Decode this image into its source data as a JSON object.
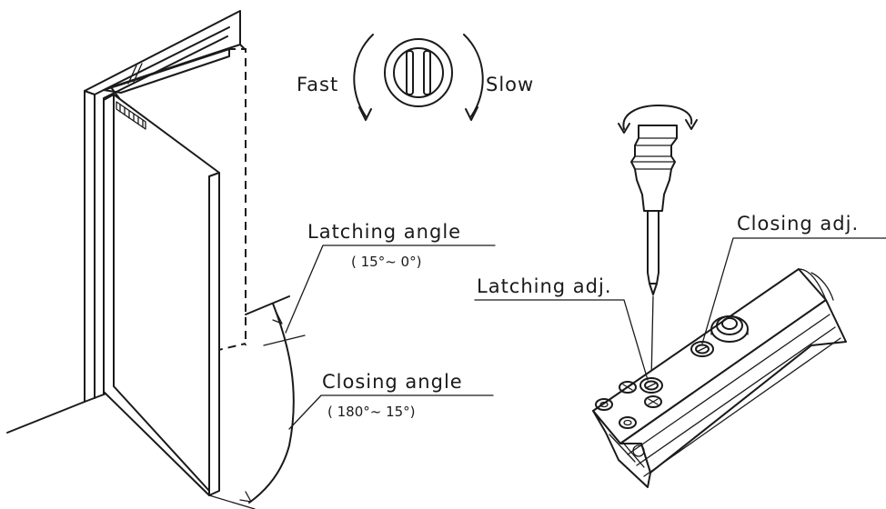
{
  "dial": {
    "fast_label": "Fast",
    "slow_label": "Slow"
  },
  "door": {
    "latching_angle_label": "Latching angle",
    "latching_angle_range": "( 15°~ 0°)",
    "closing_angle_label": "Closing angle",
    "closing_angle_range": "( 180°~ 15°)"
  },
  "closer": {
    "closing_adj_label": "Closing adj.",
    "latching_adj_label": "Latching adj."
  },
  "colors": {
    "line": "#1a1a1a",
    "background": "#ffffff"
  }
}
